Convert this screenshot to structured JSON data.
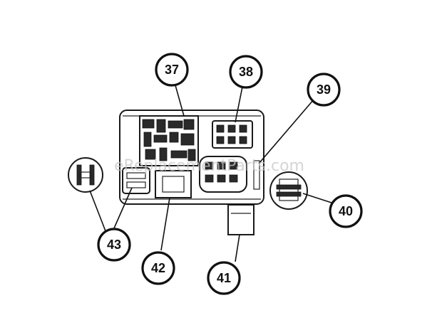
{
  "watermark": "eReplacementParts.com",
  "callouts": {
    "c37": "37",
    "c38": "38",
    "c39": "39",
    "c40": "40",
    "c41": "41",
    "c42": "42",
    "c43": "43"
  }
}
